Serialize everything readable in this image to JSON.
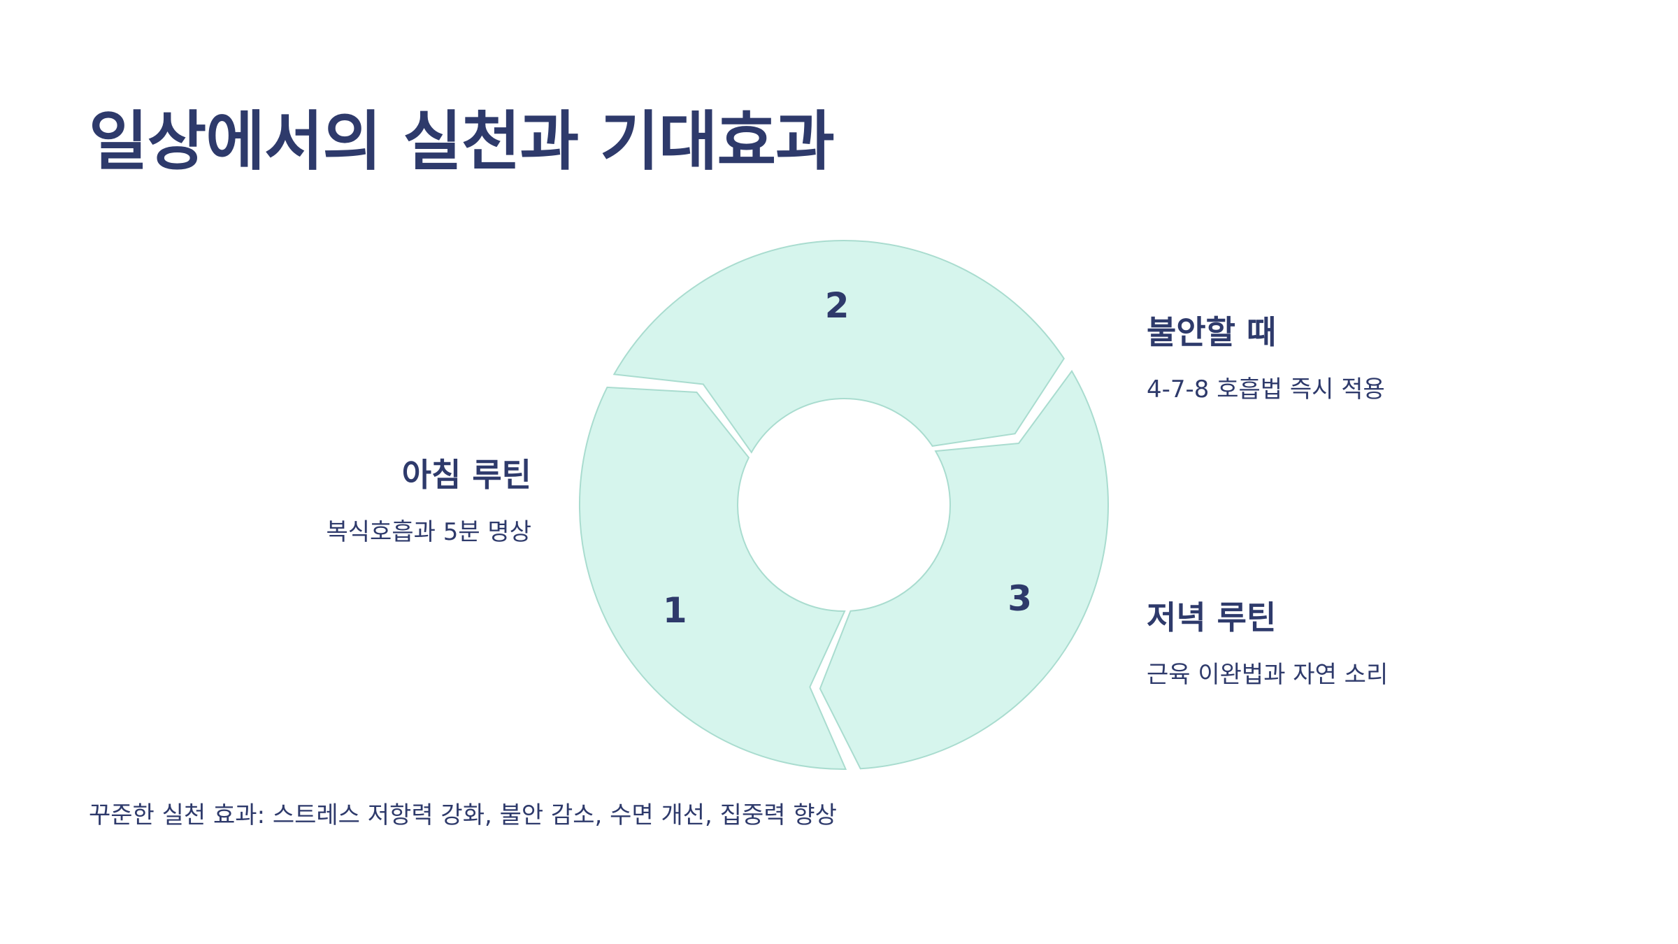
{
  "title": "일상에서의 실천과 기대효과",
  "segments": [
    {
      "number": "1"
    },
    {
      "number": "2"
    },
    {
      "number": "3"
    }
  ],
  "steps": {
    "morning": {
      "title": "아침 루틴",
      "description": "복식호흡과 5분 명상"
    },
    "anxiety": {
      "title": "불안할 때",
      "description": "4-7-8 호흡법 즉시 적용"
    },
    "evening": {
      "title": "저녁 루틴",
      "description": "근육 이완법과 자연 소리"
    }
  },
  "footer": "꾸준한 실천 효과: 스트레스 저항력 강화, 불안 감소, 수면 개선, 집중력 향상",
  "colors": {
    "text": "#2e3a6b",
    "segment_fill": "#d6f5ed",
    "segment_stroke": "#a9dccf",
    "background": "#ffffff"
  }
}
